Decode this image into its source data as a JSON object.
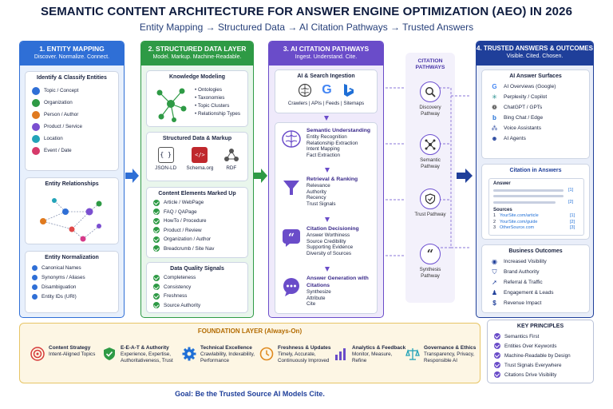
{
  "title": "SEMANTIC CONTENT ARCHITECTURE FOR ANSWER ENGINE OPTIMIZATION (AEO) IN 2026",
  "subtitle": "Entity Mapping → Structured Data → AI Citation Pathways → Trusted Answers",
  "colors": {
    "blue": "#2f6fd6",
    "green": "#2e9a45",
    "purple": "#6a4cc9",
    "navy": "#1f3f9a"
  },
  "col1": {
    "title": "1. ENTITY MAPPING",
    "sub": "Discover. Normalize. Connect.",
    "identify": {
      "heading": "Identify & Classify Entities",
      "items": [
        "Topic / Concept",
        "Organization",
        "Person / Author",
        "Product / Service",
        "Location",
        "Event / Date"
      ]
    },
    "relationships": {
      "heading": "Entity Relationships"
    },
    "normalization": {
      "heading": "Entity Normalization",
      "items": [
        "Canonical Names",
        "Synonyms / Aliases",
        "Disambiguation",
        "Entity IDs (URI)"
      ]
    }
  },
  "col2": {
    "title": "2. STRUCTURED DATA LAYER",
    "sub": "Model. Markup. Machine-Readable.",
    "knowledge": {
      "heading": "Knowledge Modeling",
      "items": [
        "Ontologies",
        "Taxonomies",
        "Topic Clusters",
        "Relationship Types"
      ]
    },
    "markup": {
      "heading": "Structured Data & Markup",
      "formats": [
        {
          "icon": "{ }",
          "label": "JSON-LD"
        },
        {
          "icon": "</>",
          "label": "Schema.org"
        },
        {
          "icon": "rdf-icon",
          "label": "RDF"
        }
      ]
    },
    "elements": {
      "heading": "Content Elements Marked Up",
      "items": [
        "Article / WebPage",
        "FAQ / QAPage",
        "HowTo / Procedure",
        "Product / Review",
        "Organization / Author",
        "Breadcrumb / Site Nav"
      ]
    },
    "quality": {
      "heading": "Data Quality Signals",
      "items": [
        "Completeness",
        "Consistency",
        "Freshness",
        "Source Authority"
      ]
    }
  },
  "col3": {
    "title": "3. AI CITATION PATHWAYS",
    "sub": "Ingest. Understand. Cite.",
    "ingestion": {
      "heading": "AI & Search Ingestion",
      "caption": "Crawlers | APIs | Feeds | Sitemaps"
    },
    "stages": [
      {
        "title": "Semantic Understanding",
        "lines": [
          "Entity Recognition",
          "Relationship Extraction",
          "Intent Mapping",
          "Fact Extraction"
        ]
      },
      {
        "title": "Retrieval & Ranking",
        "lines": [
          "Relevance",
          "Authority",
          "Recency",
          "Trust Signals"
        ]
      },
      {
        "title": "Citation Decisioning",
        "lines": [
          "Answer Worthiness",
          "Source Credibility",
          "Supporting Evidence",
          "Diversity of Sources"
        ]
      },
      {
        "title": "Answer Generation with Citations",
        "lines": [
          "Synthesize",
          "Attribute",
          "Cite"
        ]
      }
    ]
  },
  "pathways": {
    "title": "CITATION PATHWAYS",
    "items": [
      "Discovery Pathway",
      "Semantic Pathway",
      "Trust Pathway",
      "Synthesis Pathway"
    ]
  },
  "col4": {
    "title": "4. TRUSTED ANSWERS & OUTCOMES",
    "sub": "Visible. Cited. Chosen.",
    "surfaces": {
      "heading": "AI Answer Surfaces",
      "items": [
        "AI Overviews (Google)",
        "Perplexity / Copilot",
        "ChatGPT / GPTs",
        "Bing Chat / Edge",
        "Voice Assistants",
        "AI Agents"
      ]
    },
    "citation": {
      "heading": "Citation in Answers",
      "answer_label": "Answer",
      "refs": [
        "[1]",
        "[2]"
      ],
      "sources_label": "Sources",
      "sources": [
        {
          "n": "1",
          "url": "YourSite.com/article",
          "ref": "[1]"
        },
        {
          "n": "2",
          "url": "YourSite.com/guide",
          "ref": "[2]"
        },
        {
          "n": "3",
          "url": "OtherSource.com",
          "ref": "[3]"
        }
      ]
    },
    "outcomes": {
      "heading": "Business Outcomes",
      "items": [
        "Increased Visibility",
        "Brand Authority",
        "Referral & Traffic",
        "Engagement & Leads",
        "Revenue Impact"
      ]
    },
    "principles": {
      "heading": "KEY PRINCIPLES",
      "items": [
        "Semantics First",
        "Entities Over Keywords",
        "Machine-Readable by Design",
        "Trust Signals Everywhere",
        "Citations Drive Visibility"
      ]
    }
  },
  "foundation": {
    "title": "FOUNDATION LAYER (Always-On)",
    "items": [
      {
        "title": "Content Strategy",
        "lines": [
          "Intent-Aligned Topics"
        ]
      },
      {
        "title": "E-E-A-T & Authority",
        "lines": [
          "Experience, Expertise,",
          "Authoritativeness, Trust"
        ]
      },
      {
        "title": "Technical Excellence",
        "lines": [
          "Crawlability, Indexability,",
          "Performance"
        ]
      },
      {
        "title": "Freshness & Updates",
        "lines": [
          "Timely, Accurate,",
          "Continuously Improved"
        ]
      },
      {
        "title": "Analytics & Feedback",
        "lines": [
          "Monitor, Measure,",
          "Refine"
        ]
      },
      {
        "title": "Governance & Ethics",
        "lines": [
          "Transparency, Privacy,",
          "Responsible AI"
        ]
      }
    ]
  },
  "goal": "Goal: Be the Trusted Source AI Models Cite."
}
